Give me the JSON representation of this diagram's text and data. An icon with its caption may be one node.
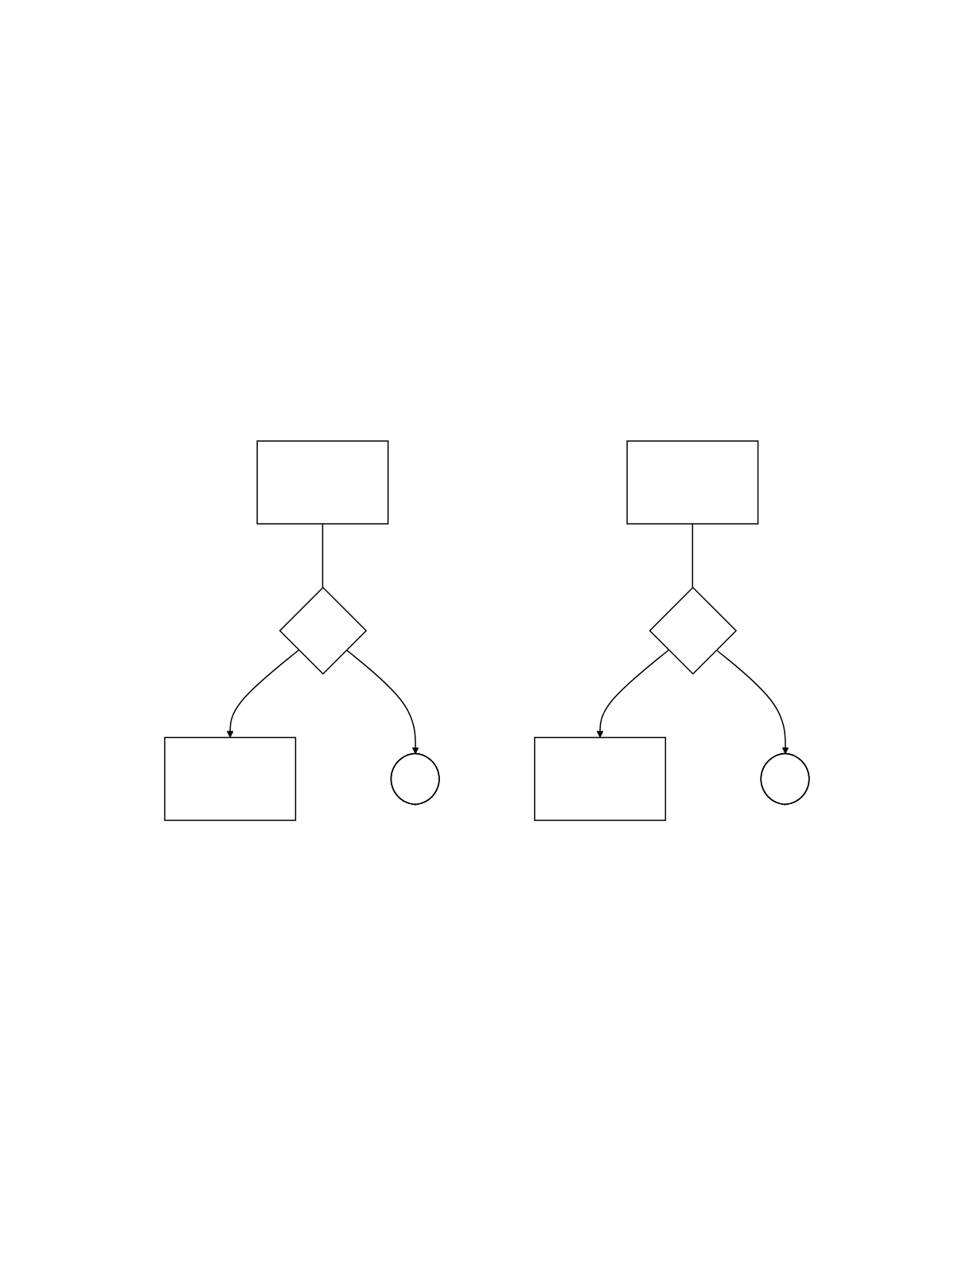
{
  "diagram": {
    "nodes": [
      {
        "text": [],
        "shape": "box"
      },
      {
        "text": [],
        "shape": "diamond"
      },
      {
        "text": [],
        "shape": "box"
      },
      {
        "text": [],
        "shape": "oval"
      },
      {
        "text": [],
        "shape": "box"
      },
      {
        "text": [],
        "shape": "diamond"
      },
      {
        "text": [],
        "shape": "box"
      },
      {
        "text": [],
        "shape": "oval"
      }
    ],
    "edges": [
      {
        "from": 0,
        "to": 1,
        "arrow": "none"
      },
      {
        "from": 1,
        "to": 2,
        "arrow": "to"
      },
      {
        "from": 1,
        "to": 3,
        "arrow": "to"
      },
      {
        "from": 4,
        "to": 5,
        "arrow": "none"
      },
      {
        "from": 5,
        "to": 6,
        "arrow": "to"
      },
      {
        "from": 5,
        "to": 7,
        "arrow": "to"
      }
    ]
  }
}
